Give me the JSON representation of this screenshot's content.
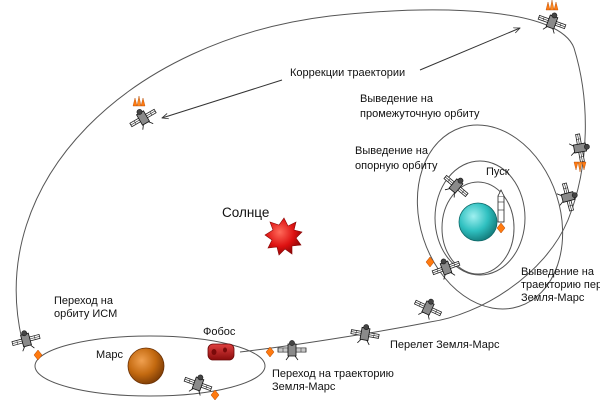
{
  "labels": {
    "corrections": "Коррекции траектории",
    "intermediate_orbit": [
      "Выведение на",
      "промежуточную орбиту"
    ],
    "reference_orbit": [
      "Выведение на",
      "опорную орбиту"
    ],
    "launch": "Пуск",
    "sun": "Солнце",
    "departure": [
      "Выведение на",
      "траекторию перелета",
      "Земля-Марс"
    ],
    "mars_orbit_transfer": [
      "Переход на",
      "орбиту ИСМ"
    ],
    "phobos": "Фобос",
    "mars": "Марс",
    "earth_mars_trajectory": [
      "Переход на траекторию",
      "Земля-Марс"
    ],
    "earth_mars_flight": "Перелет Земля-Марс"
  },
  "colors": {
    "earth": "#2fc0c0",
    "mars": "#c46a10",
    "sun": "#dd1111",
    "phobos": "#c01818",
    "flame": "#ff7a10",
    "line": "#555555"
  },
  "icons": {
    "spacecraft": "probe-icon",
    "engine_burn": "flame-icon"
  }
}
